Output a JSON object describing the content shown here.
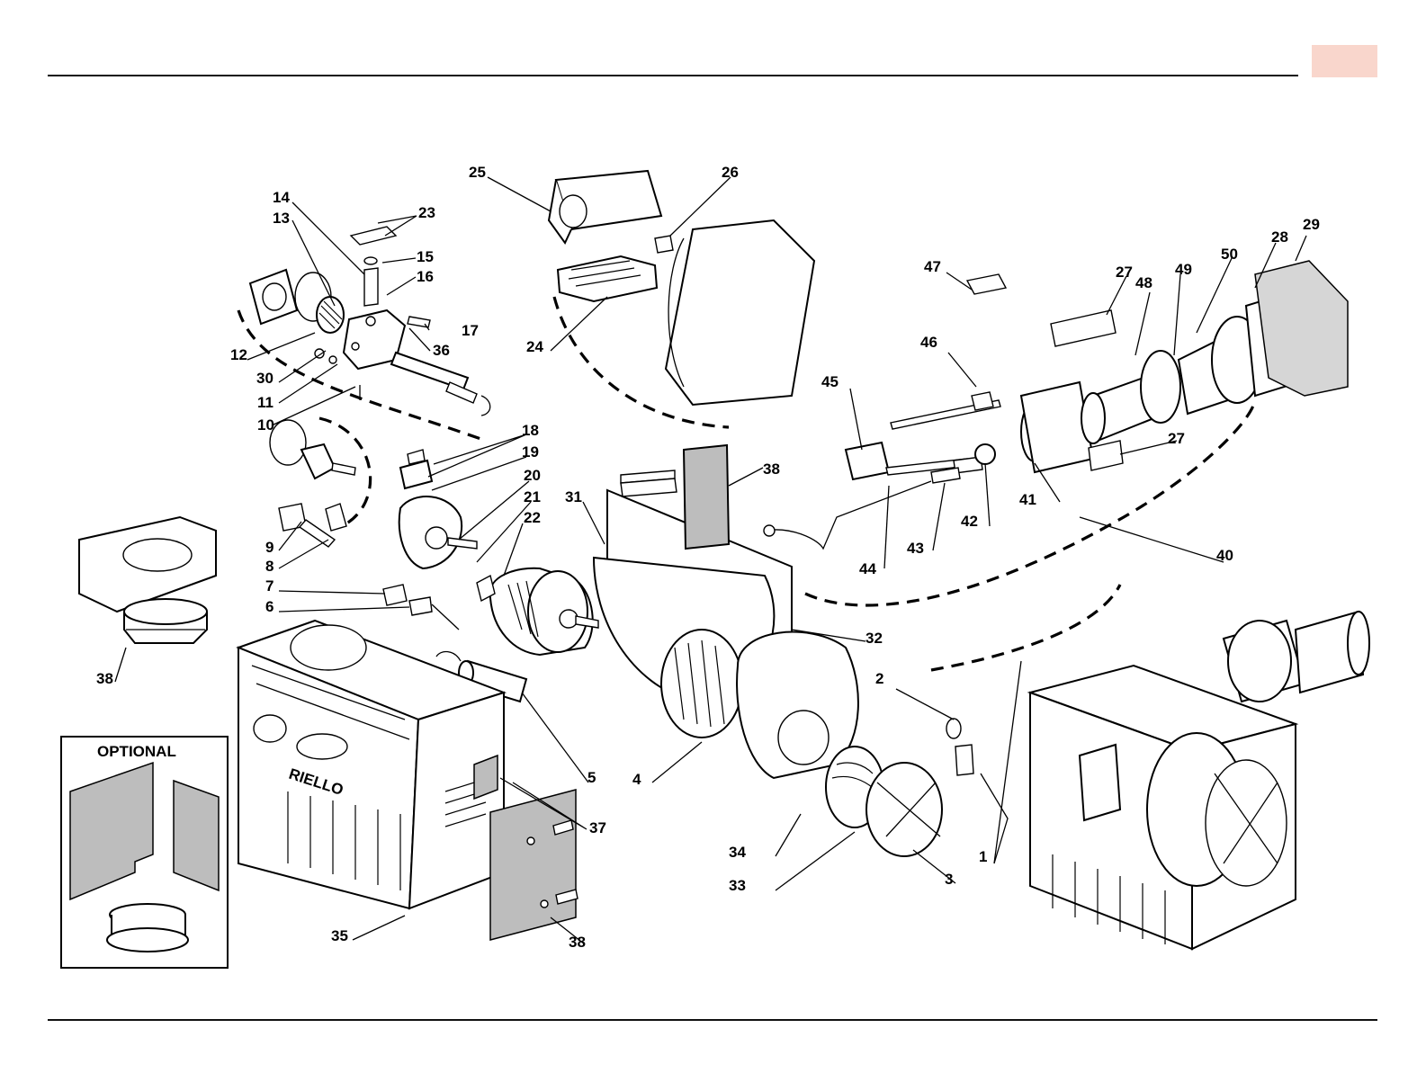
{
  "header": {
    "tab_marker_color": "#f9d6cc"
  },
  "diagram": {
    "optional_label": "OPTIONAL",
    "brand_text": "RIELLO",
    "callouts": [
      "1",
      "2",
      "3",
      "4",
      "5",
      "6",
      "7",
      "8",
      "9",
      "10",
      "11",
      "12",
      "13",
      "14",
      "15",
      "16",
      "17",
      "18",
      "19",
      "20",
      "21",
      "22",
      "23",
      "24",
      "25",
      "26",
      "27",
      "27",
      "28",
      "29",
      "30",
      "31",
      "32",
      "33",
      "34",
      "35",
      "36",
      "37",
      "38",
      "38",
      "38",
      "40",
      "41",
      "42",
      "43",
      "44",
      "45",
      "46",
      "47",
      "48",
      "49",
      "50"
    ]
  }
}
